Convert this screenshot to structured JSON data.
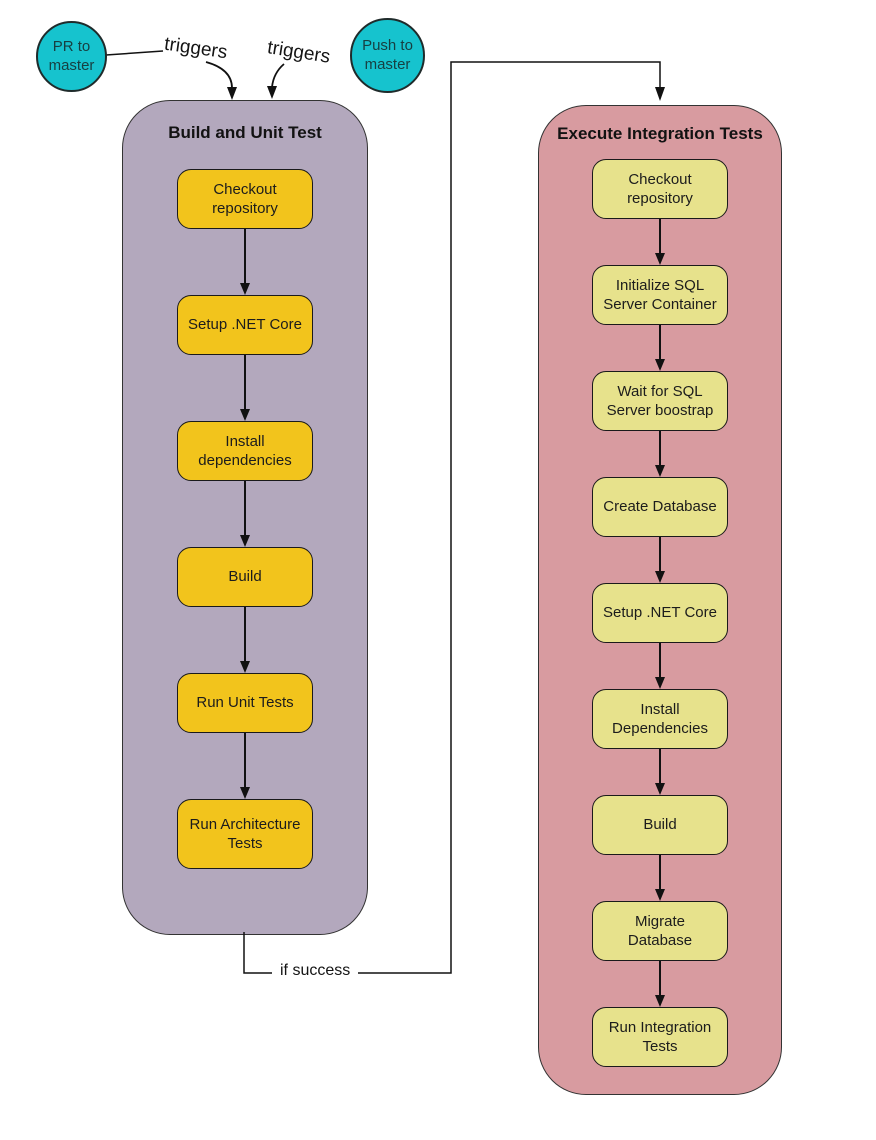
{
  "diagram": {
    "trigger_nodes": [
      {
        "label": "PR to master"
      },
      {
        "label": "Push to master"
      }
    ],
    "trigger_edge_labels": [
      "triggers",
      "triggers"
    ],
    "success_edge_label": "if success",
    "pipelines": [
      {
        "title": "Build and Unit Test",
        "steps": [
          "Checkout repository",
          "Setup .NET Core",
          "Install dependencies",
          "Build",
          "Run Unit Tests",
          "Run Architecture Tests"
        ]
      },
      {
        "title": "Execute Integration Tests",
        "steps": [
          "Checkout repository",
          "Initialize SQL Server Container",
          "Wait for SQL Server boostrap",
          "Create Database",
          "Setup .NET Core",
          "Install Dependencies",
          "Build",
          "Migrate Database",
          "Run Integration Tests"
        ]
      }
    ],
    "colors": {
      "trigger_node_fill": "#16c3ce",
      "build_pipeline_fill": "#b3a8bd",
      "build_step_fill": "#f2c41c",
      "integration_pipeline_fill": "#d89ba0",
      "integration_step_fill": "#e7e28c",
      "line": "#111111"
    }
  }
}
